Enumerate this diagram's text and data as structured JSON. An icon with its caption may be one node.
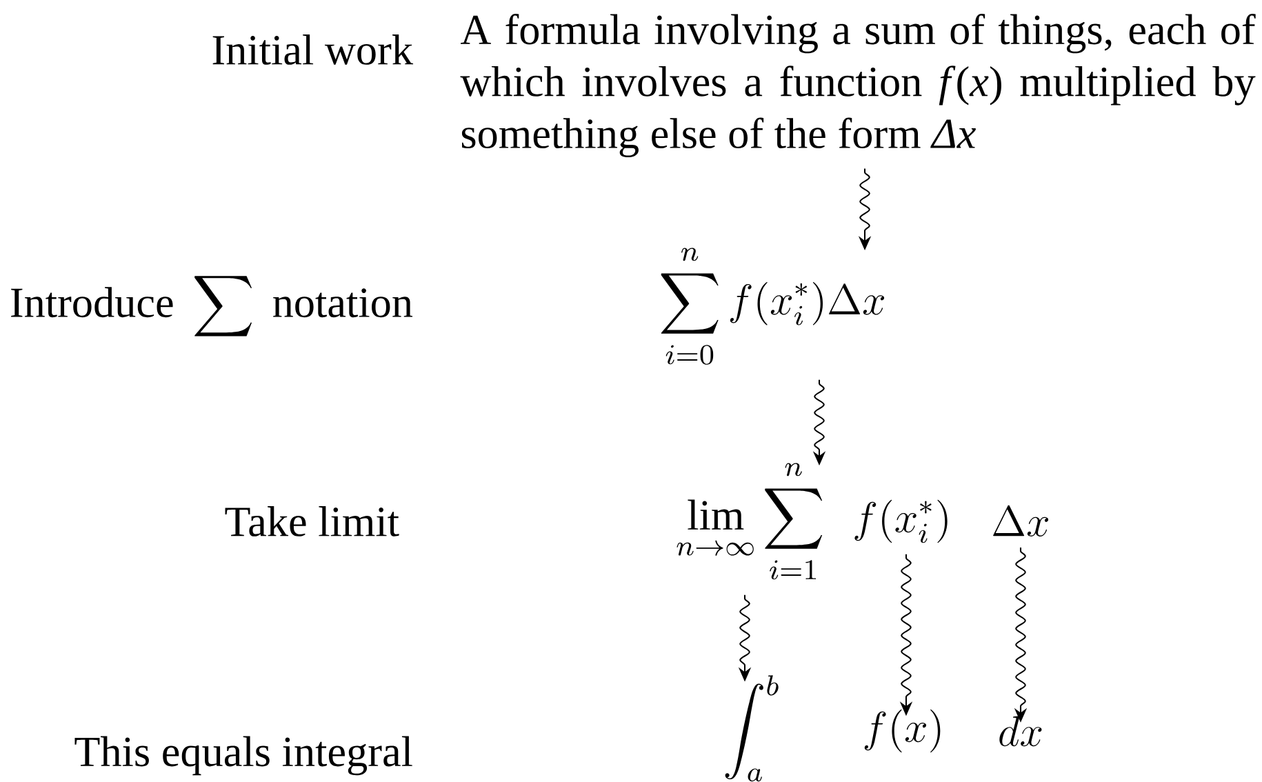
{
  "diagram": {
    "nodes": [
      {
        "text": [
          "A formula involving a sum of things, each of which involves a function *f*(*x*) multiplied by something else of the form *Δx*"
        ]
      },
      {
        "text": [
          "\\sum_{i=0}^{n} f(x_i^*)\\Delta x"
        ]
      },
      {
        "text": [
          "\\lim_{n\\to\\infty}\\sum_{i=1}^{n}"
        ]
      },
      {
        "text": [
          "f(x_i^*)"
        ]
      },
      {
        "text": [
          "\\Delta x"
        ]
      },
      {
        "text": [
          "\\int_a^b"
        ]
      },
      {
        "text": [
          "f(x)"
        ]
      },
      {
        "text": [
          "dx"
        ]
      }
    ],
    "edges": [
      {
        "from": 0,
        "to": 1,
        "arrow": "to"
      },
      {
        "from": 1,
        "to": 2,
        "arrow": "to"
      },
      {
        "from": 2,
        "to": 5,
        "arrow": "to"
      },
      {
        "from": 3,
        "to": 6,
        "arrow": "to"
      },
      {
        "from": 4,
        "to": 7,
        "arrow": "to"
      }
    ],
    "labels": [
      "Initial work",
      "\\text{Introduce }\\sum\\text{ notation}",
      "Take limit",
      "This equals integral"
    ]
  }
}
